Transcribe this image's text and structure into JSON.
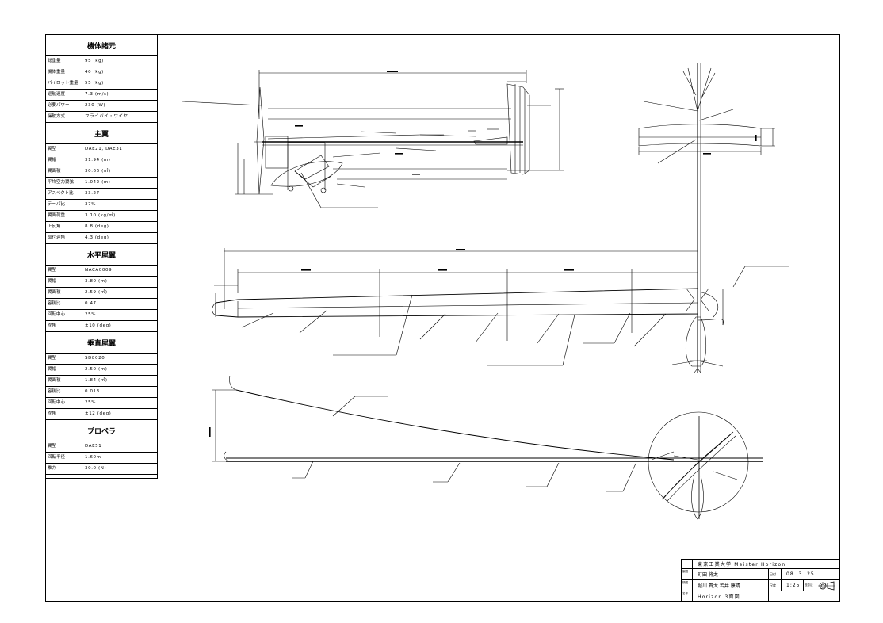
{
  "spec": {
    "sections": [
      {
        "title": "機体諸元",
        "rows": [
          {
            "k": "総重量",
            "v": "95 (kg)"
          },
          {
            "k": "機体重量",
            "v": "40 (kg)"
          },
          {
            "k": "パイロット重量",
            "v": "55 (kg)"
          },
          {
            "k": "巡航速度",
            "v": "7.3 (m/s)"
          },
          {
            "k": "必要パワー",
            "v": "230 (W)"
          },
          {
            "k": "操舵方式",
            "v": "フライバイ・ワイヤ"
          }
        ]
      },
      {
        "title": "主翼",
        "rows": [
          {
            "k": "翼型",
            "v": "DAE21, DAE31"
          },
          {
            "k": "翼幅",
            "v": "31.94 (m)"
          },
          {
            "k": "翼面積",
            "v": "30.66 (㎡)"
          },
          {
            "k": "平均空力翼弦",
            "v": "1.042 (m)"
          },
          {
            "k": "アスペクト比",
            "v": "33.27"
          },
          {
            "k": "テーパ比",
            "v": "37%"
          },
          {
            "k": "翼面荷重",
            "v": "3.10 (kg/㎡)"
          },
          {
            "k": "上反角",
            "v": "8.8 (deg)"
          },
          {
            "k": "取付迎角",
            "v": "4.3 (deg)"
          }
        ]
      },
      {
        "title": "水平尾翼",
        "rows": [
          {
            "k": "翼型",
            "v": "NACA0009"
          },
          {
            "k": "翼幅",
            "v": "3.80 (m)"
          },
          {
            "k": "翼面積",
            "v": "2.59 (㎡)"
          },
          {
            "k": "容積比",
            "v": "0.47"
          },
          {
            "k": "回転中心",
            "v": "25%"
          },
          {
            "k": "舵角",
            "v": "±10 (deg)"
          }
        ]
      },
      {
        "title": "垂直尾翼",
        "rows": [
          {
            "k": "翼型",
            "v": "SD8020"
          },
          {
            "k": "翼幅",
            "v": "2.50 (m)"
          },
          {
            "k": "翼面積",
            "v": "1.84 (㎡)"
          },
          {
            "k": "容積比",
            "v": "0.013"
          },
          {
            "k": "回転中心",
            "v": "25%"
          },
          {
            "k": "舵角",
            "v": "±12 (deg)"
          }
        ]
      },
      {
        "title": "プロペラ",
        "rows": [
          {
            "k": "翼型",
            "v": "DAE51"
          },
          {
            "k": "回転半径",
            "v": "1.60m"
          },
          {
            "k": "推力",
            "v": "30.0 (N)"
          }
        ]
      }
    ]
  },
  "title_block": {
    "team": "東京工業大学  Meister  Horizon",
    "row2_key": "製図",
    "designer": "町田  将太",
    "date_key": "日付",
    "date": "08. 3. 25",
    "row3_key": "検図",
    "checkers": "堀川  貴大    若井  康晴",
    "scale_key": "尺度",
    "scale": "1:25",
    "projection_key": "投影法",
    "row4_key": "名称",
    "name": "Horizon  3面図"
  }
}
